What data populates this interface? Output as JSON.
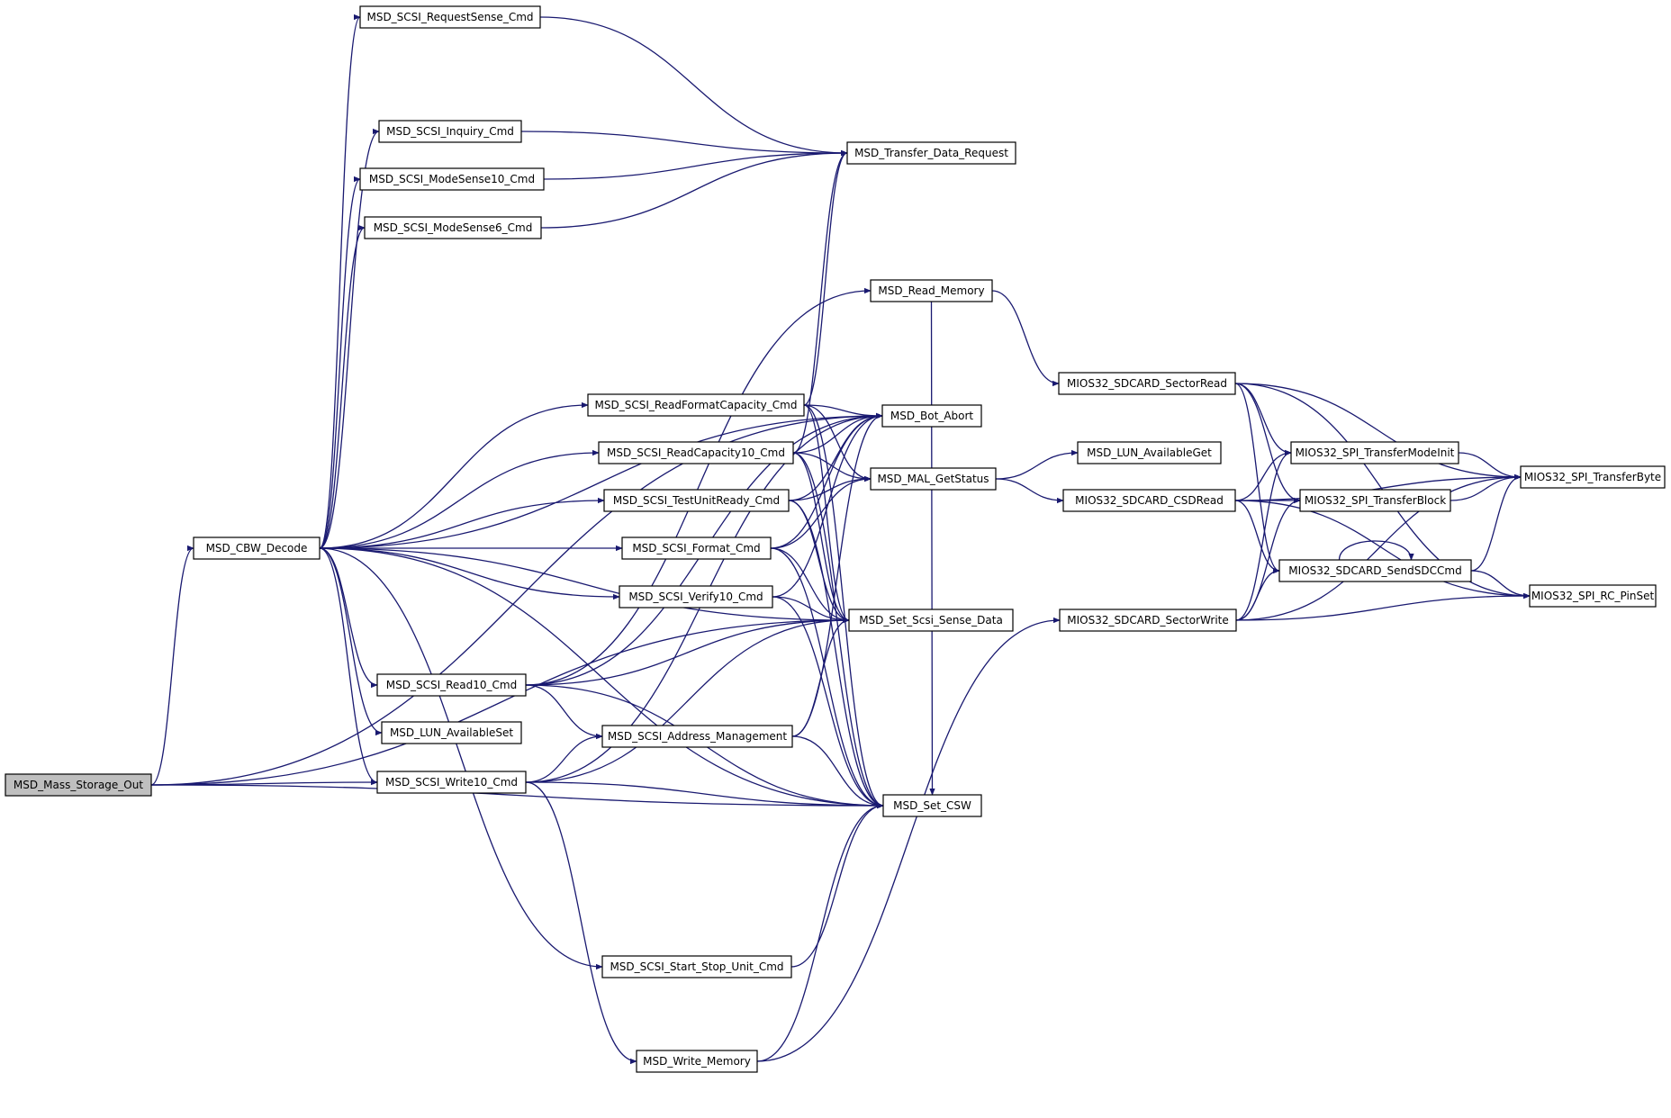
{
  "colors": {
    "edge": "#191970",
    "node_border": "#000000",
    "node_fill": "#ffffff",
    "root_fill": "#bfbfbf"
  },
  "graph": {
    "root": "n_root",
    "nodes": [
      {
        "id": "n_root",
        "label": "MSD_Mass_Storage_Out"
      },
      {
        "id": "n_cbw",
        "label": "MSD_CBW_Decode"
      },
      {
        "id": "n_reqsense",
        "label": "MSD_SCSI_RequestSense_Cmd"
      },
      {
        "id": "n_inquiry",
        "label": "MSD_SCSI_Inquiry_Cmd"
      },
      {
        "id": "n_modesense10",
        "label": "MSD_SCSI_ModeSense10_Cmd"
      },
      {
        "id": "n_modesense6",
        "label": "MSD_SCSI_ModeSense6_Cmd"
      },
      {
        "id": "n_readfmtcap",
        "label": "MSD_SCSI_ReadFormatCapacity_Cmd"
      },
      {
        "id": "n_readcap10",
        "label": "MSD_SCSI_ReadCapacity10_Cmd"
      },
      {
        "id": "n_testunit",
        "label": "MSD_SCSI_TestUnitReady_Cmd"
      },
      {
        "id": "n_format",
        "label": "MSD_SCSI_Format_Cmd"
      },
      {
        "id": "n_verify10",
        "label": "MSD_SCSI_Verify10_Cmd"
      },
      {
        "id": "n_read10",
        "label": "MSD_SCSI_Read10_Cmd"
      },
      {
        "id": "n_lunset",
        "label": "MSD_LUN_AvailableSet"
      },
      {
        "id": "n_addrmgmt",
        "label": "MSD_SCSI_Address_Management"
      },
      {
        "id": "n_write10",
        "label": "MSD_SCSI_Write10_Cmd"
      },
      {
        "id": "n_startstop",
        "label": "MSD_SCSI_Start_Stop_Unit_Cmd"
      },
      {
        "id": "n_writemem",
        "label": "MSD_Write_Memory"
      },
      {
        "id": "n_transfer",
        "label": "MSD_Transfer_Data_Request"
      },
      {
        "id": "n_readmem",
        "label": "MSD_Read_Memory"
      },
      {
        "id": "n_botabort",
        "label": "MSD_Bot_Abort"
      },
      {
        "id": "n_malstatus",
        "label": "MSD_MAL_GetStatus"
      },
      {
        "id": "n_sensedata",
        "label": "MSD_Set_Scsi_Sense_Data"
      },
      {
        "id": "n_setcsw",
        "label": "MSD_Set_CSW"
      },
      {
        "id": "n_sectorread",
        "label": "MIOS32_SDCARD_SectorRead"
      },
      {
        "id": "n_lunget",
        "label": "MSD_LUN_AvailableGet"
      },
      {
        "id": "n_csdread",
        "label": "MIOS32_SDCARD_CSDRead"
      },
      {
        "id": "n_sectorwrite",
        "label": "MIOS32_SDCARD_SectorWrite"
      },
      {
        "id": "n_spimodeinit",
        "label": "MIOS32_SPI_TransferModeInit"
      },
      {
        "id": "n_spiblock",
        "label": "MIOS32_SPI_TransferBlock"
      },
      {
        "id": "n_sendsdc",
        "label": "MIOS32_SDCARD_SendSDCCmd"
      },
      {
        "id": "n_spibyte",
        "label": "MIOS32_SPI_TransferByte"
      },
      {
        "id": "n_spircpin",
        "label": "MIOS32_SPI_RC_PinSet"
      }
    ],
    "edges": [
      [
        "n_root",
        "n_cbw"
      ],
      [
        "n_root",
        "n_botabort"
      ],
      [
        "n_root",
        "n_write10"
      ],
      [
        "n_root",
        "n_sensedata"
      ],
      [
        "n_root",
        "n_setcsw"
      ],
      [
        "n_cbw",
        "n_reqsense"
      ],
      [
        "n_cbw",
        "n_inquiry"
      ],
      [
        "n_cbw",
        "n_modesense10"
      ],
      [
        "n_cbw",
        "n_modesense6"
      ],
      [
        "n_cbw",
        "n_botabort"
      ],
      [
        "n_cbw",
        "n_readfmtcap"
      ],
      [
        "n_cbw",
        "n_readcap10"
      ],
      [
        "n_cbw",
        "n_testunit"
      ],
      [
        "n_cbw",
        "n_format"
      ],
      [
        "n_cbw",
        "n_verify10"
      ],
      [
        "n_cbw",
        "n_sensedata"
      ],
      [
        "n_cbw",
        "n_read10"
      ],
      [
        "n_cbw",
        "n_lunset"
      ],
      [
        "n_cbw",
        "n_write10"
      ],
      [
        "n_cbw",
        "n_startstop"
      ],
      [
        "n_cbw",
        "n_setcsw"
      ],
      [
        "n_reqsense",
        "n_transfer"
      ],
      [
        "n_inquiry",
        "n_transfer"
      ],
      [
        "n_modesense10",
        "n_transfer"
      ],
      [
        "n_modesense6",
        "n_transfer"
      ],
      [
        "n_readfmtcap",
        "n_transfer"
      ],
      [
        "n_readfmtcap",
        "n_botabort"
      ],
      [
        "n_readfmtcap",
        "n_malstatus"
      ],
      [
        "n_readfmtcap",
        "n_sensedata"
      ],
      [
        "n_readfmtcap",
        "n_setcsw"
      ],
      [
        "n_readcap10",
        "n_transfer"
      ],
      [
        "n_readcap10",
        "n_botabort"
      ],
      [
        "n_readcap10",
        "n_malstatus"
      ],
      [
        "n_readcap10",
        "n_sensedata"
      ],
      [
        "n_readcap10",
        "n_setcsw"
      ],
      [
        "n_testunit",
        "n_botabort"
      ],
      [
        "n_testunit",
        "n_malstatus"
      ],
      [
        "n_testunit",
        "n_sensedata"
      ],
      [
        "n_testunit",
        "n_setcsw"
      ],
      [
        "n_format",
        "n_botabort"
      ],
      [
        "n_format",
        "n_malstatus"
      ],
      [
        "n_format",
        "n_sensedata"
      ],
      [
        "n_format",
        "n_setcsw"
      ],
      [
        "n_verify10",
        "n_botabort"
      ],
      [
        "n_verify10",
        "n_sensedata"
      ],
      [
        "n_verify10",
        "n_setcsw"
      ],
      [
        "n_read10",
        "n_readmem"
      ],
      [
        "n_read10",
        "n_botabort"
      ],
      [
        "n_read10",
        "n_sensedata"
      ],
      [
        "n_read10",
        "n_addrmgmt"
      ],
      [
        "n_read10",
        "n_setcsw"
      ],
      [
        "n_addrmgmt",
        "n_botabort"
      ],
      [
        "n_addrmgmt",
        "n_sensedata"
      ],
      [
        "n_addrmgmt",
        "n_setcsw"
      ],
      [
        "n_write10",
        "n_botabort"
      ],
      [
        "n_write10",
        "n_sensedata"
      ],
      [
        "n_write10",
        "n_addrmgmt"
      ],
      [
        "n_write10",
        "n_setcsw"
      ],
      [
        "n_write10",
        "n_writemem"
      ],
      [
        "n_startstop",
        "n_setcsw"
      ],
      [
        "n_writemem",
        "n_setcsw"
      ],
      [
        "n_writemem",
        "n_sectorwrite"
      ],
      [
        "n_readmem",
        "n_sectorread"
      ],
      [
        "n_readmem",
        "n_setcsw"
      ],
      [
        "n_malstatus",
        "n_lunget"
      ],
      [
        "n_malstatus",
        "n_csdread"
      ],
      [
        "n_sectorread",
        "n_spibyte"
      ],
      [
        "n_sectorread",
        "n_spircpin"
      ],
      [
        "n_sectorread",
        "n_spimodeinit"
      ],
      [
        "n_sectorread",
        "n_spiblock"
      ],
      [
        "n_sectorread",
        "n_sendsdc"
      ],
      [
        "n_csdread",
        "n_spibyte"
      ],
      [
        "n_csdread",
        "n_spimodeinit"
      ],
      [
        "n_csdread",
        "n_spiblock"
      ],
      [
        "n_csdread",
        "n_sendsdc"
      ],
      [
        "n_csdread",
        "n_spircpin"
      ],
      [
        "n_sectorwrite",
        "n_spimodeinit"
      ],
      [
        "n_sectorwrite",
        "n_spiblock"
      ],
      [
        "n_sectorwrite",
        "n_sendsdc"
      ],
      [
        "n_sectorwrite",
        "n_spibyte"
      ],
      [
        "n_sectorwrite",
        "n_spircpin"
      ],
      [
        "n_spimodeinit",
        "n_spibyte"
      ],
      [
        "n_spiblock",
        "n_spibyte"
      ],
      [
        "n_sendsdc",
        "n_sendsdc"
      ],
      [
        "n_sendsdc",
        "n_spibyte"
      ],
      [
        "n_sendsdc",
        "n_spircpin"
      ]
    ]
  }
}
